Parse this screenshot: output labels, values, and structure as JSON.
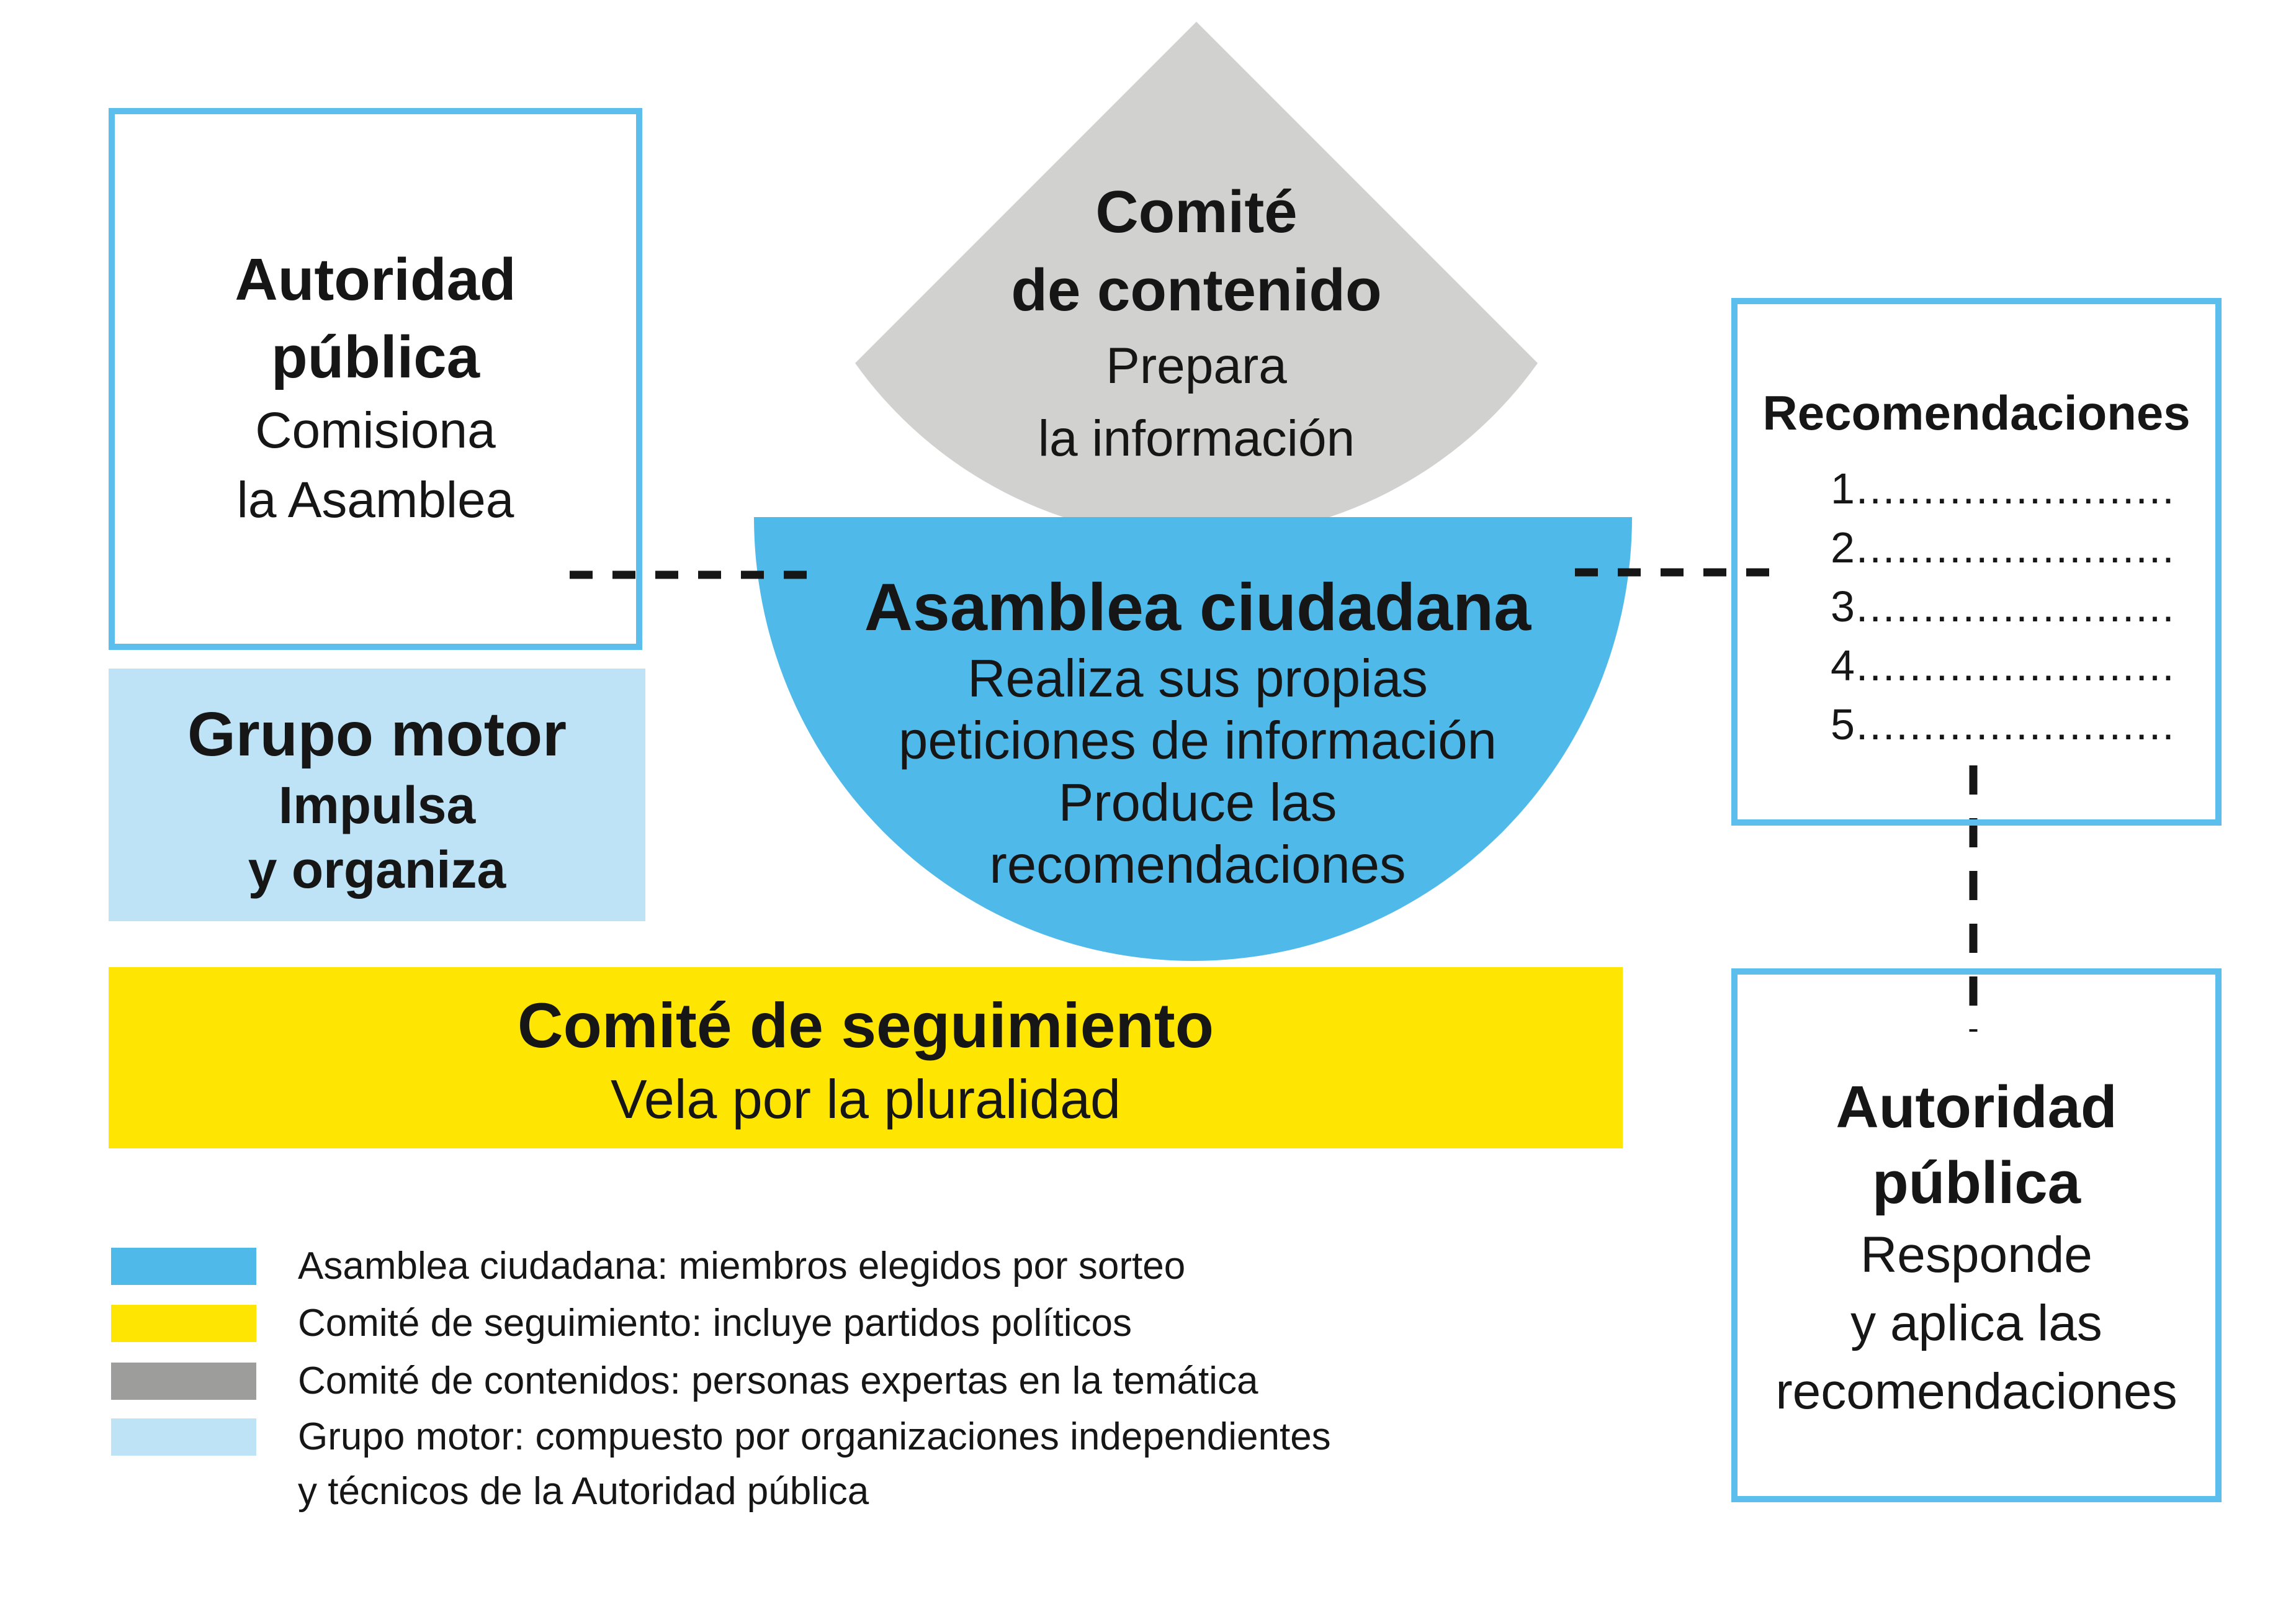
{
  "colors": {
    "blue": "#4FB9EA",
    "border_blue": "#5BBEEC",
    "light_blue": "#BEE3F7",
    "yellow": "#FFE502",
    "gray_fan": "#D1D1D0",
    "gray_legend": "#9D9D9C",
    "text": "#161616"
  },
  "authority_top": {
    "title_line1": "Autoridad",
    "title_line2": "pública",
    "body_line1": "Comisiona",
    "body_line2": "la Asamblea"
  },
  "content_committee": {
    "title_line1": "Comité",
    "title_line2": "de contenido",
    "body_line1": "Prepara",
    "body_line2": "la información"
  },
  "assembly": {
    "title": "Asamblea ciudadana",
    "body_line1": "Realiza sus propias",
    "body_line2": "peticiones de información",
    "body_line3": "Produce las",
    "body_line4": "recomendaciones"
  },
  "recommendations": {
    "title": "Recomendaciones",
    "items": [
      "1........................",
      "2........................",
      "3........................",
      "4........................",
      "5........................"
    ]
  },
  "motor_group": {
    "title": "Grupo motor",
    "body_line1": "Impulsa",
    "body_line2": "y organiza"
  },
  "monitoring_committee": {
    "title": "Comité de seguimiento",
    "body": "Vela por la pluralidad"
  },
  "authority_bottom": {
    "title_line1": "Autoridad",
    "title_line2": "pública",
    "body_line1": "Responde",
    "body_line2": "y aplica las",
    "body_line3": "recomendaciones"
  },
  "legend": {
    "items": [
      {
        "label": "Asamblea ciudadana: miembros elegidos por sorteo"
      },
      {
        "label": "Comité de seguimiento: incluye partidos políticos"
      },
      {
        "label": "Comité de contenidos: personas expertas en la temática"
      },
      {
        "label": "Grupo motor: compuesto por organizaciones independientes",
        "label_line2": "y técnicos de la Autoridad pública"
      }
    ]
  }
}
